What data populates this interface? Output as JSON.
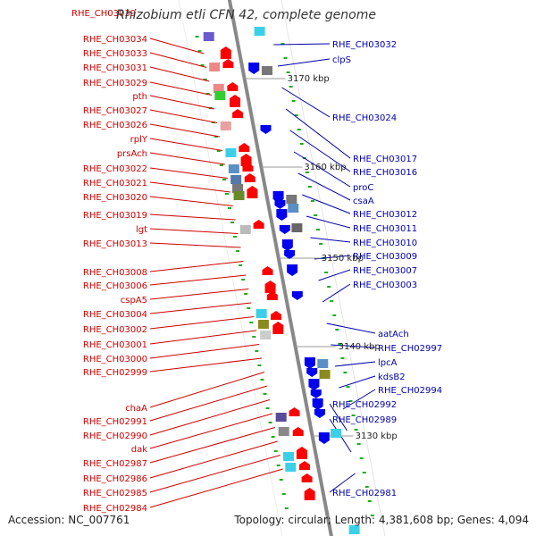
{
  "title": "Rhizobium etli CFN 42, complete genome",
  "top_cut_label": "RHE_CH03039",
  "accession": "Accession: NC_007761",
  "topology": "Topology: circular; Length: 4,381,608 bp; Genes: 4,094",
  "colors": {
    "left_label": "#cc0000",
    "right_label": "#0000aa",
    "fwd_gene": "#ff0000",
    "rev_gene": "#0000ee",
    "backbone": "#888888",
    "tick": "#22aa22"
  },
  "scale_marks": [
    "3170 kbp",
    "3160 kbp",
    "3150 kbp",
    "3140 kbp",
    "3130 kbp"
  ],
  "left_labels": [
    "RHE_CH03034",
    "RHE_CH03033",
    "RHE_CH03031",
    "RHE_CH03029",
    "pth",
    "RHE_CH03027",
    "RHE_CH03026",
    "rplY",
    "prsAch",
    "RHE_CH03022",
    "RHE_CH03021",
    "RHE_CH03020",
    "RHE_CH03019",
    "lgt",
    "RHE_CH03013",
    "RHE_CH03008",
    "RHE_CH03006",
    "cspA5",
    "RHE_CH03004",
    "RHE_CH03002",
    "RHE_CH03001",
    "RHE_CH03000",
    "RHE_CH02999",
    "chaA",
    "RHE_CH02991",
    "RHE_CH02990",
    "dak",
    "RHE_CH02987",
    "RHE_CH02986",
    "RHE_CH02985",
    "RHE_CH02984"
  ],
  "right_labels": [
    "RHE_CH03032",
    "clpS",
    "RHE_CH03024",
    "RHE_CH03017",
    "RHE_CH03016",
    "proC",
    "csaA",
    "RHE_CH03012",
    "RHE_CH03011",
    "RHE_CH03010",
    "RHE_CH03009",
    "RHE_CH03007",
    "RHE_CH03003",
    "aatAch",
    "RHE_CH02997",
    "lpcA",
    "kdsB2",
    "RHE_CH02994",
    "RHE_CH02992",
    "RHE_CH02989",
    "RHE_CH02981"
  ]
}
